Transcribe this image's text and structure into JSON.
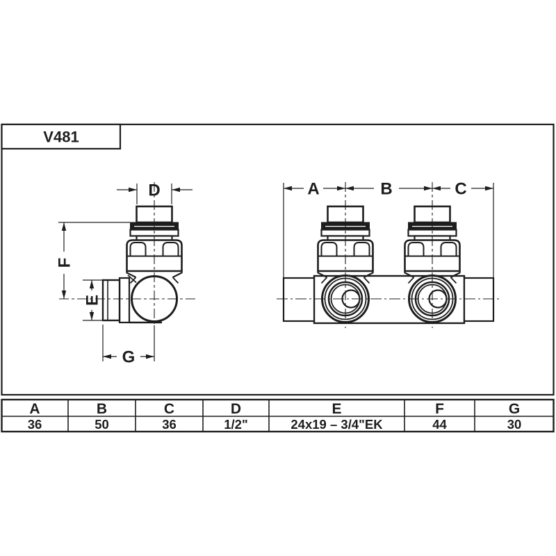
{
  "title_block": {
    "model": "V481"
  },
  "views": {
    "side_view": {
      "name": "angled valve side view",
      "dims": {
        "d": "D",
        "e": "E",
        "f": "F",
        "g": "G"
      }
    },
    "front_view": {
      "name": "twin-port manifold front view",
      "dims": {
        "a": "A",
        "b": "B",
        "c": "C"
      }
    }
  },
  "table": {
    "headers": [
      "A",
      "B",
      "C",
      "D",
      "E",
      "F",
      "G"
    ],
    "values": [
      "36",
      "50",
      "36",
      "1/2\"",
      "24x19 – 3/4\"EK",
      "44",
      "30"
    ]
  },
  "colors": {
    "line": "#1d1d1d",
    "background": "#ffffff"
  }
}
